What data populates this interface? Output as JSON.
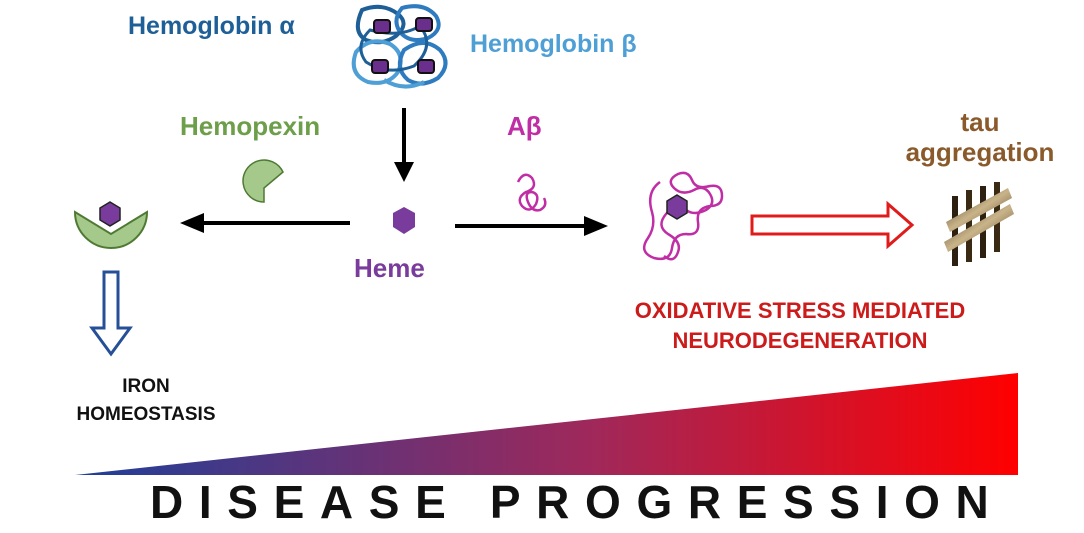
{
  "labels": {
    "hemoglobin_alpha": "Hemoglobin α",
    "hemoglobin_beta": "Hemoglobin β",
    "hemopexin": "Hemopexin",
    "abeta": "Aβ",
    "tau_line1": "tau",
    "tau_line2": "aggregation",
    "heme": "Heme",
    "oxidative_line1": "OXIDATIVE STRESS MEDIATED",
    "oxidative_line2": "NEURODEGENERATION",
    "iron_line1": "IRON",
    "iron_line2": "HOMEOSTASIS",
    "disease_progression": "DISEASE PROGRESSION"
  },
  "colors": {
    "hemoglobin_alpha": "#1f5f97",
    "hemoglobin_beta": "#4e9fd6",
    "hemopexin": "#8dbb5f",
    "heme": "#7a3c9c",
    "abeta": "#c02ea6",
    "tau": "#8a5a2b",
    "oxidative": "#cc1b1b",
    "gradient_start": "#1f3f99",
    "gradient_end": "#ff0000"
  }
}
